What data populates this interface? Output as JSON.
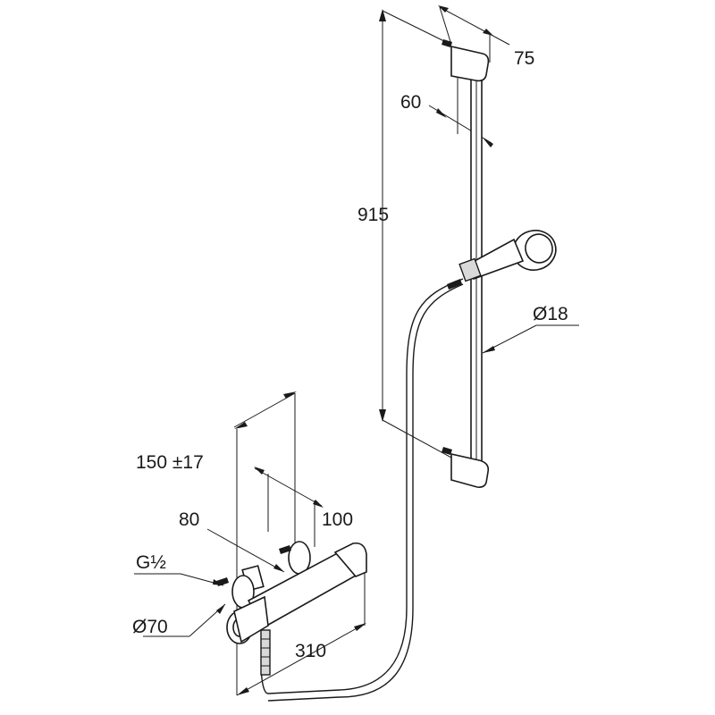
{
  "dimensions": {
    "bar_width": "75",
    "bracket_offset": "60",
    "rail_length": "915",
    "rail_diameter": "Ø18",
    "centre_distance": "150 ±17",
    "wall_distance": "100",
    "outlet_distance": "80",
    "thread": "G½",
    "rosette_diameter": "Ø70",
    "mixer_length": "310"
  },
  "colors": {
    "line": "#1a1a1a",
    "background": "#ffffff",
    "fill": "#d9d9d9"
  }
}
